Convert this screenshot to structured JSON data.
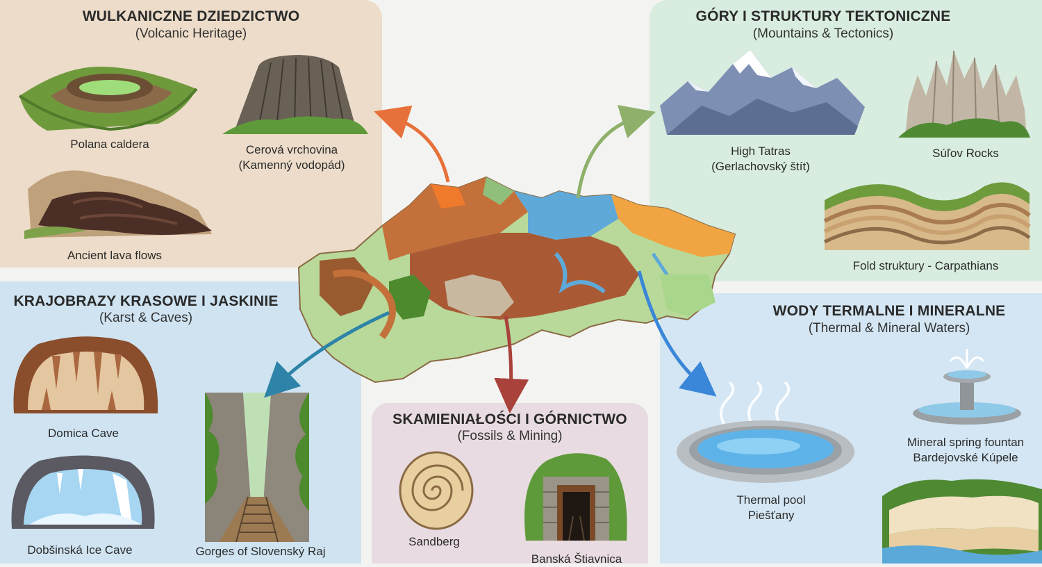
{
  "volcanic": {
    "title": "WULKANICZNE DZIEDZICTWO",
    "subtitle": "(Volcanic Heritage)",
    "items": [
      {
        "label": "Polana caldera"
      },
      {
        "label_line1": "Cerová vrchovina",
        "label_line2": "(Kamenný vodopád)"
      },
      {
        "label": "Ancient lava flows"
      }
    ]
  },
  "mountains": {
    "title": "GÓRY I STRUKTURY TEKTONICZNE",
    "subtitle": "(Mountains & Tectonics)",
    "items": [
      {
        "label_line1": "High Tatras",
        "label_line2": "(Gerlachovský štít)"
      },
      {
        "label": "Súľov Rocks"
      },
      {
        "label": "Fold struktury - Carpathians"
      }
    ]
  },
  "karst": {
    "title": "KRAJOBRAZY KRASOWE I JASKINIE",
    "subtitle": "(Karst & Caves)",
    "items": [
      {
        "label": "Domica Cave"
      },
      {
        "label": "Dobšinská Ice Cave"
      },
      {
        "label": "Gorges of Slovenský Raj"
      }
    ]
  },
  "fossils": {
    "title": "SKAMIENIAŁOŚCI I GÓRNICTWO",
    "subtitle": "(Fossils & Mining)",
    "items": [
      {
        "label": "Sandberg"
      },
      {
        "label": "Banská Štiavnica"
      }
    ]
  },
  "thermal": {
    "title": "WODY TERMALNE I MINERALNE",
    "subtitle": "(Thermal & Mineral Waters)",
    "items": [
      {
        "label_line1": "Mineral spring fountan",
        "label_line2": "Bardejovské Kúpele"
      },
      {
        "label_line1": "Thermal pool",
        "label_line2": "Piešťany"
      }
    ]
  },
  "colors": {
    "arrow_volcanic": "#e7713a",
    "arrow_mountains": "#8fb06a",
    "arrow_karst": "#2e83a8",
    "arrow_fossils": "#a8423a",
    "arrow_thermal": "#3a86d8"
  }
}
